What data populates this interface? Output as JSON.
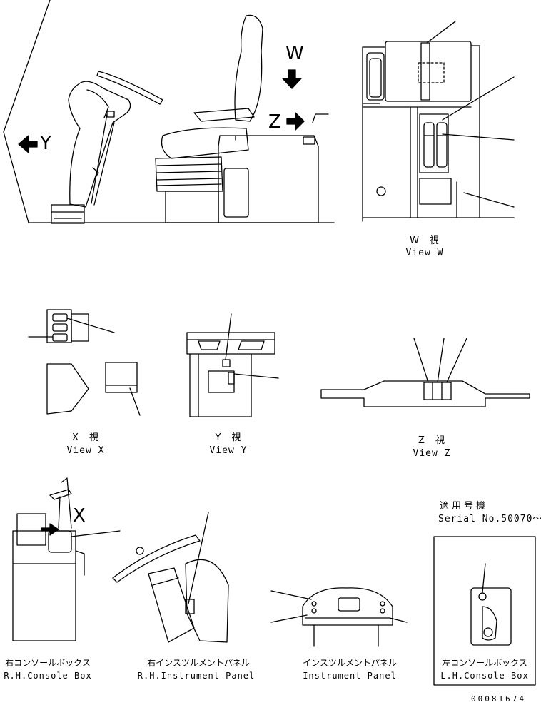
{
  "letters": {
    "w": "W",
    "z": "Z",
    "y": "Y",
    "x": "X"
  },
  "views": {
    "w": {
      "ja": "W　視",
      "en": "View W"
    },
    "x": {
      "ja": "X　視",
      "en": "View X"
    },
    "y": {
      "ja": "Y　視",
      "en": "View Y"
    },
    "z": {
      "ja": "Z　視",
      "en": "View Z"
    }
  },
  "serial": {
    "ja": "適用号機",
    "en": "Serial No.50070～"
  },
  "parts": {
    "rh_console": {
      "ja": "右コンソールボックス",
      "en": "R.H.Console Box"
    },
    "rh_panel": {
      "ja": "右インスツルメントパネル",
      "en": "R.H.Instrument Panel"
    },
    "panel": {
      "ja": "インスツルメントパネル",
      "en": "Instrument Panel"
    },
    "lh_console": {
      "ja": "左コンソールボックス",
      "en": "L.H.Console Box"
    }
  },
  "drawing_number": "00081674",
  "colors": {
    "line": "#000000",
    "background": "#ffffff"
  }
}
